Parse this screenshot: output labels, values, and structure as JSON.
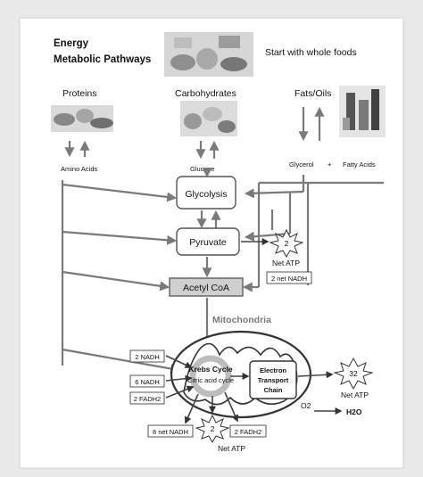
{
  "header": {
    "title_line1": "Energy",
    "title_line2": "Metabolic Pathways",
    "start_note": "Start with whole foods"
  },
  "sources": {
    "proteins": "Proteins",
    "carbohydrates": "Carbohydrates",
    "fats_oils": "Fats/Oils"
  },
  "products": {
    "amino_acids": "Amino Acids",
    "glucose": "Glucose",
    "glycerol": "Glycerol",
    "plus": "+",
    "fatty_acids": "Fatty Acids"
  },
  "steps": {
    "glycolysis": "Glycolysis",
    "pyruvate": "Pyruvate",
    "acetyl_coa": "Acetyl CoA",
    "mitochondria": "Mitochondria",
    "krebs_line1": "Krebs Cycle",
    "krebs_line2": "Citric acid cycle",
    "etc_line1": "Electron",
    "etc_line2": "Transport",
    "etc_line3": "Chain"
  },
  "yields": {
    "pyruvate_atp_num": "2",
    "pyruvate_atp_label": "Net ATP",
    "pyruvate_nadh": "2 net NADH",
    "krebs_nadh_in": "2 NADH",
    "krebs_nadh_6": "6 NADH",
    "krebs_fadh2": "2 FADH2",
    "krebs_net_nadh": "8 net NADH",
    "krebs_atp_num": "2",
    "krebs_atp_label": "Net ATP",
    "krebs_fadh2_out": "2 FADH2",
    "etc_atp_num": "32",
    "etc_atp_label": "Net ATP",
    "o2": "O2",
    "h2o": "H2O"
  },
  "colors": {
    "background": "#e9e9e9",
    "panel": "#ffffff",
    "arrow": "#7a7a7a",
    "acetyl_fill": "#cfcfcf",
    "krebs_ring": "#bdbdbd"
  }
}
